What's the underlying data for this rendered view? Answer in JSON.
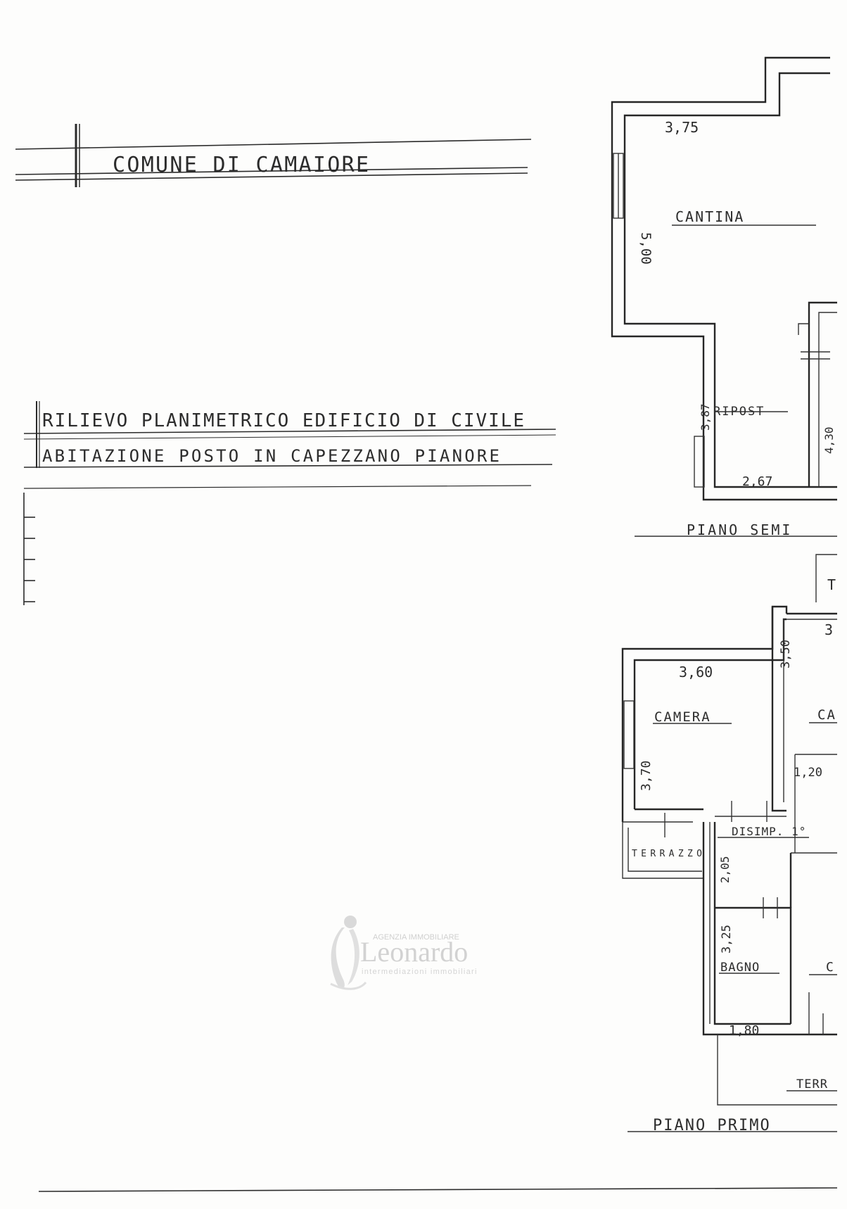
{
  "header": {
    "municipality": "COMUNE DI CAMAIORE",
    "survey_line1": "RILIEVO PLANIMETRICO EDIFICIO DI CIVILE",
    "survey_line2": "ABITAZIONE POSTO IN CAPEZZANO PIANORE"
  },
  "semi_floor": {
    "cantina_label": "CANTINA",
    "cantina_width": "3,75",
    "cantina_depth": "5,00",
    "ripost_label": "RIPOST",
    "ripost_width": "2,67",
    "ripost_depth": "3,87",
    "adjacent_depth": "4,30",
    "floor_title": "PIANO SEMI"
  },
  "first_floor": {
    "camera_label": "CAMERA",
    "camera_width": "3,60",
    "camera_depth": "3,70",
    "camera2_label": "CA",
    "camera2_depth": "3,50",
    "camera2_width": "3",
    "top_label": "T",
    "disimpegno_label": "DISIMP. 1°",
    "disimpegno_width": "1,20",
    "disimpegno_depth": "2,05",
    "terrazzo_label": "TERRAZZO",
    "bagno_label": "BAGNO",
    "bagno_depth": "3,25",
    "bagno_width": "1,80",
    "partial_label": "C",
    "terr_label": "TERR",
    "floor_title": "PIANO PRIMO"
  },
  "watermark": {
    "top": "AGENZIA IMMOBILIARE",
    "brand": "Leonardo",
    "tagline": "intermediazioni immobiliari"
  }
}
